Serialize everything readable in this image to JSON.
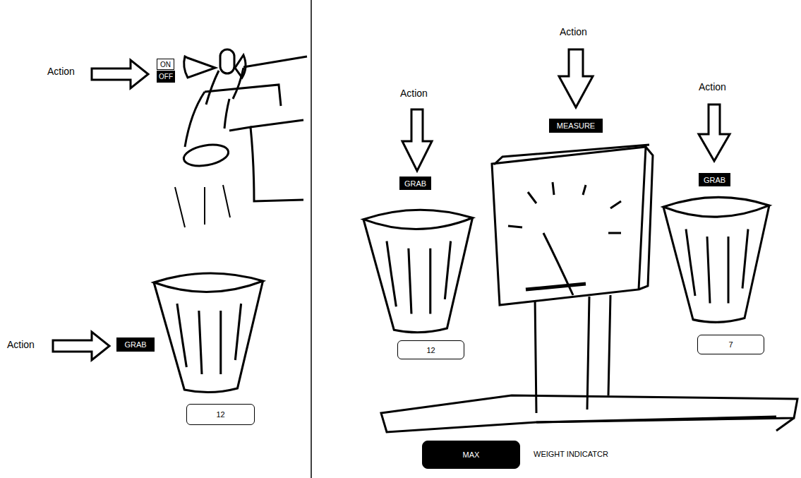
{
  "diagram": {
    "nodes": [
      {
        "text": [
          "ON"
        ]
      },
      {
        "text": [
          "OFF"
        ]
      },
      {
        "text": [
          "GRAB"
        ]
      },
      {
        "text": [
          "12"
        ]
      },
      {
        "text": [
          "GRAB"
        ]
      },
      {
        "text": [
          "MEASURE"
        ]
      },
      {
        "text": [
          "GRAB"
        ]
      },
      {
        "text": [
          "12"
        ]
      },
      {
        "text": [
          "7"
        ]
      },
      {
        "text": [
          "MAX"
        ]
      }
    ],
    "labels": [
      "Action",
      "Action",
      "Action",
      "Action",
      "Action",
      "WEIGHT INDICATCR"
    ]
  }
}
